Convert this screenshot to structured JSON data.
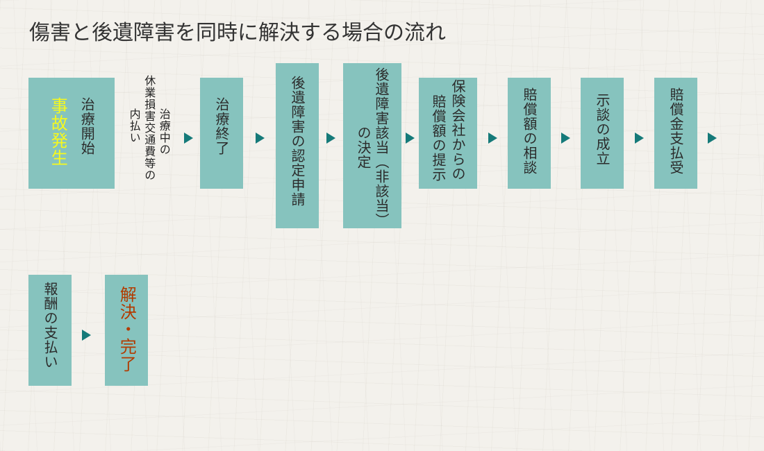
{
  "title": "傷害と後遺障害を同時に解決する場合の流れ",
  "colors": {
    "box": "#86c3be",
    "arrow": "#157a79",
    "start_text": "#f6f91e",
    "end_text": "#b23b00"
  },
  "steps": {
    "start": {
      "line1": "治療開始",
      "line2": "事故発生"
    },
    "note": {
      "line1": "治療中の",
      "line2": "休業損害交通費等の",
      "line3": "内払い"
    },
    "treatment_end": {
      "line1": "治療終了"
    },
    "disability_cert": {
      "line1": "後遺障害の認定申請"
    },
    "disability_decision": {
      "line1": "後遺障害該当（非該当）",
      "line2": "の決定"
    },
    "offer": {
      "line1": "保険会社からの",
      "line2": "賠償額の提示"
    },
    "negotiation": {
      "line1": "賠償額の相談"
    },
    "settlement": {
      "line1": "示談の成立"
    },
    "payment_receipt": {
      "line1": "賠償金支払受"
    },
    "fee_payment": {
      "line1": "報酬の支払い"
    },
    "resolution": {
      "line1": "解決・完了"
    }
  }
}
